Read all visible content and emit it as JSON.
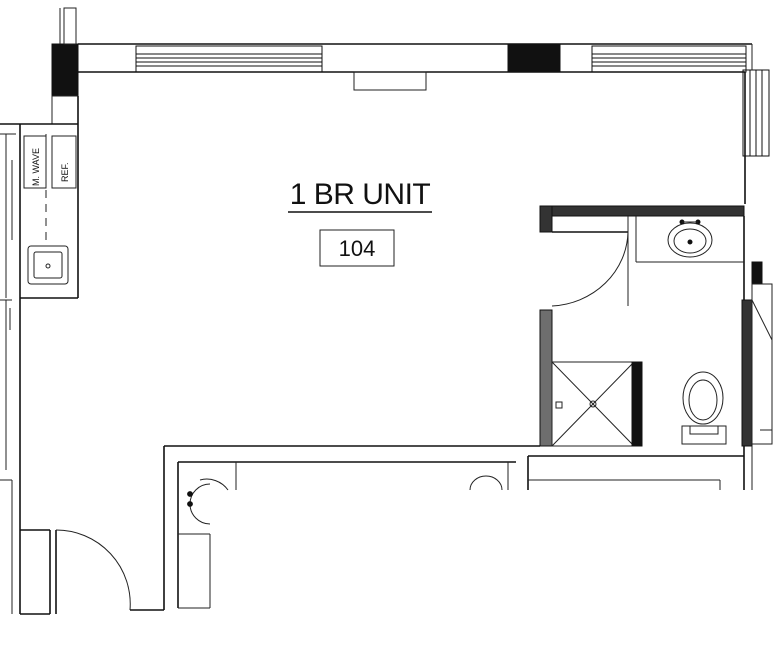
{
  "unit": {
    "title": "1 BR UNIT",
    "number": "104"
  },
  "appliances": {
    "microwave": "M. WAVE",
    "refrigerator": "REF."
  }
}
